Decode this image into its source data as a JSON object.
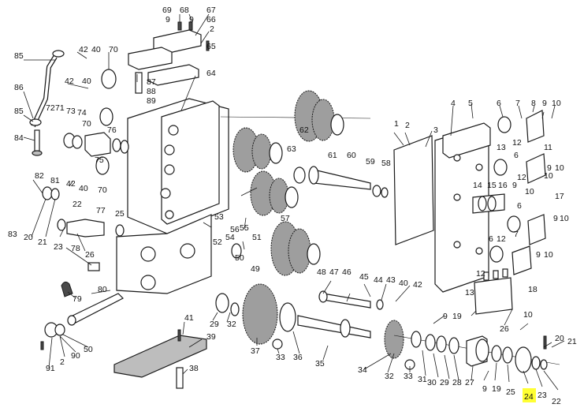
{
  "highlight": {
    "label": "24",
    "color": "#ffff33"
  },
  "callouts": [
    "69",
    "9",
    "68",
    "9",
    "67",
    "66",
    "2",
    "65",
    "85",
    "42",
    "40",
    "70",
    "87",
    "88",
    "89",
    "64",
    "86",
    "42",
    "40",
    "72",
    "71",
    "73",
    "74",
    "85",
    "70",
    "76",
    "84",
    "75",
    "82",
    "81",
    "42",
    "40",
    "70",
    "22",
    "77",
    "25",
    "83",
    "20",
    "21",
    "23",
    "26",
    "78",
    "53",
    "56",
    "54",
    "55",
    "52",
    "50",
    "51",
    "79",
    "80",
    "49",
    "57",
    "63",
    "62",
    "61",
    "60",
    "59",
    "58",
    "1",
    "2",
    "3",
    "4",
    "5",
    "6",
    "7",
    "8",
    "9",
    "10",
    "13",
    "12",
    "11",
    "6",
    "12",
    "9",
    "10",
    "14",
    "15",
    "16",
    "9",
    "10",
    "6",
    "17",
    "9",
    "10",
    "6",
    "12",
    "7",
    "9",
    "10",
    "18",
    "13",
    "12",
    "48",
    "47",
    "46",
    "45",
    "44",
    "43",
    "40",
    "42",
    "9",
    "19",
    "41",
    "39",
    "38",
    "29",
    "32",
    "37",
    "33",
    "36",
    "35",
    "91",
    "2",
    "90",
    "50",
    "34",
    "32",
    "33",
    "31",
    "30",
    "29",
    "28",
    "27",
    "26",
    "9",
    "19",
    "25",
    "24",
    "23",
    "22",
    "20",
    "21",
    "10",
    "10"
  ]
}
